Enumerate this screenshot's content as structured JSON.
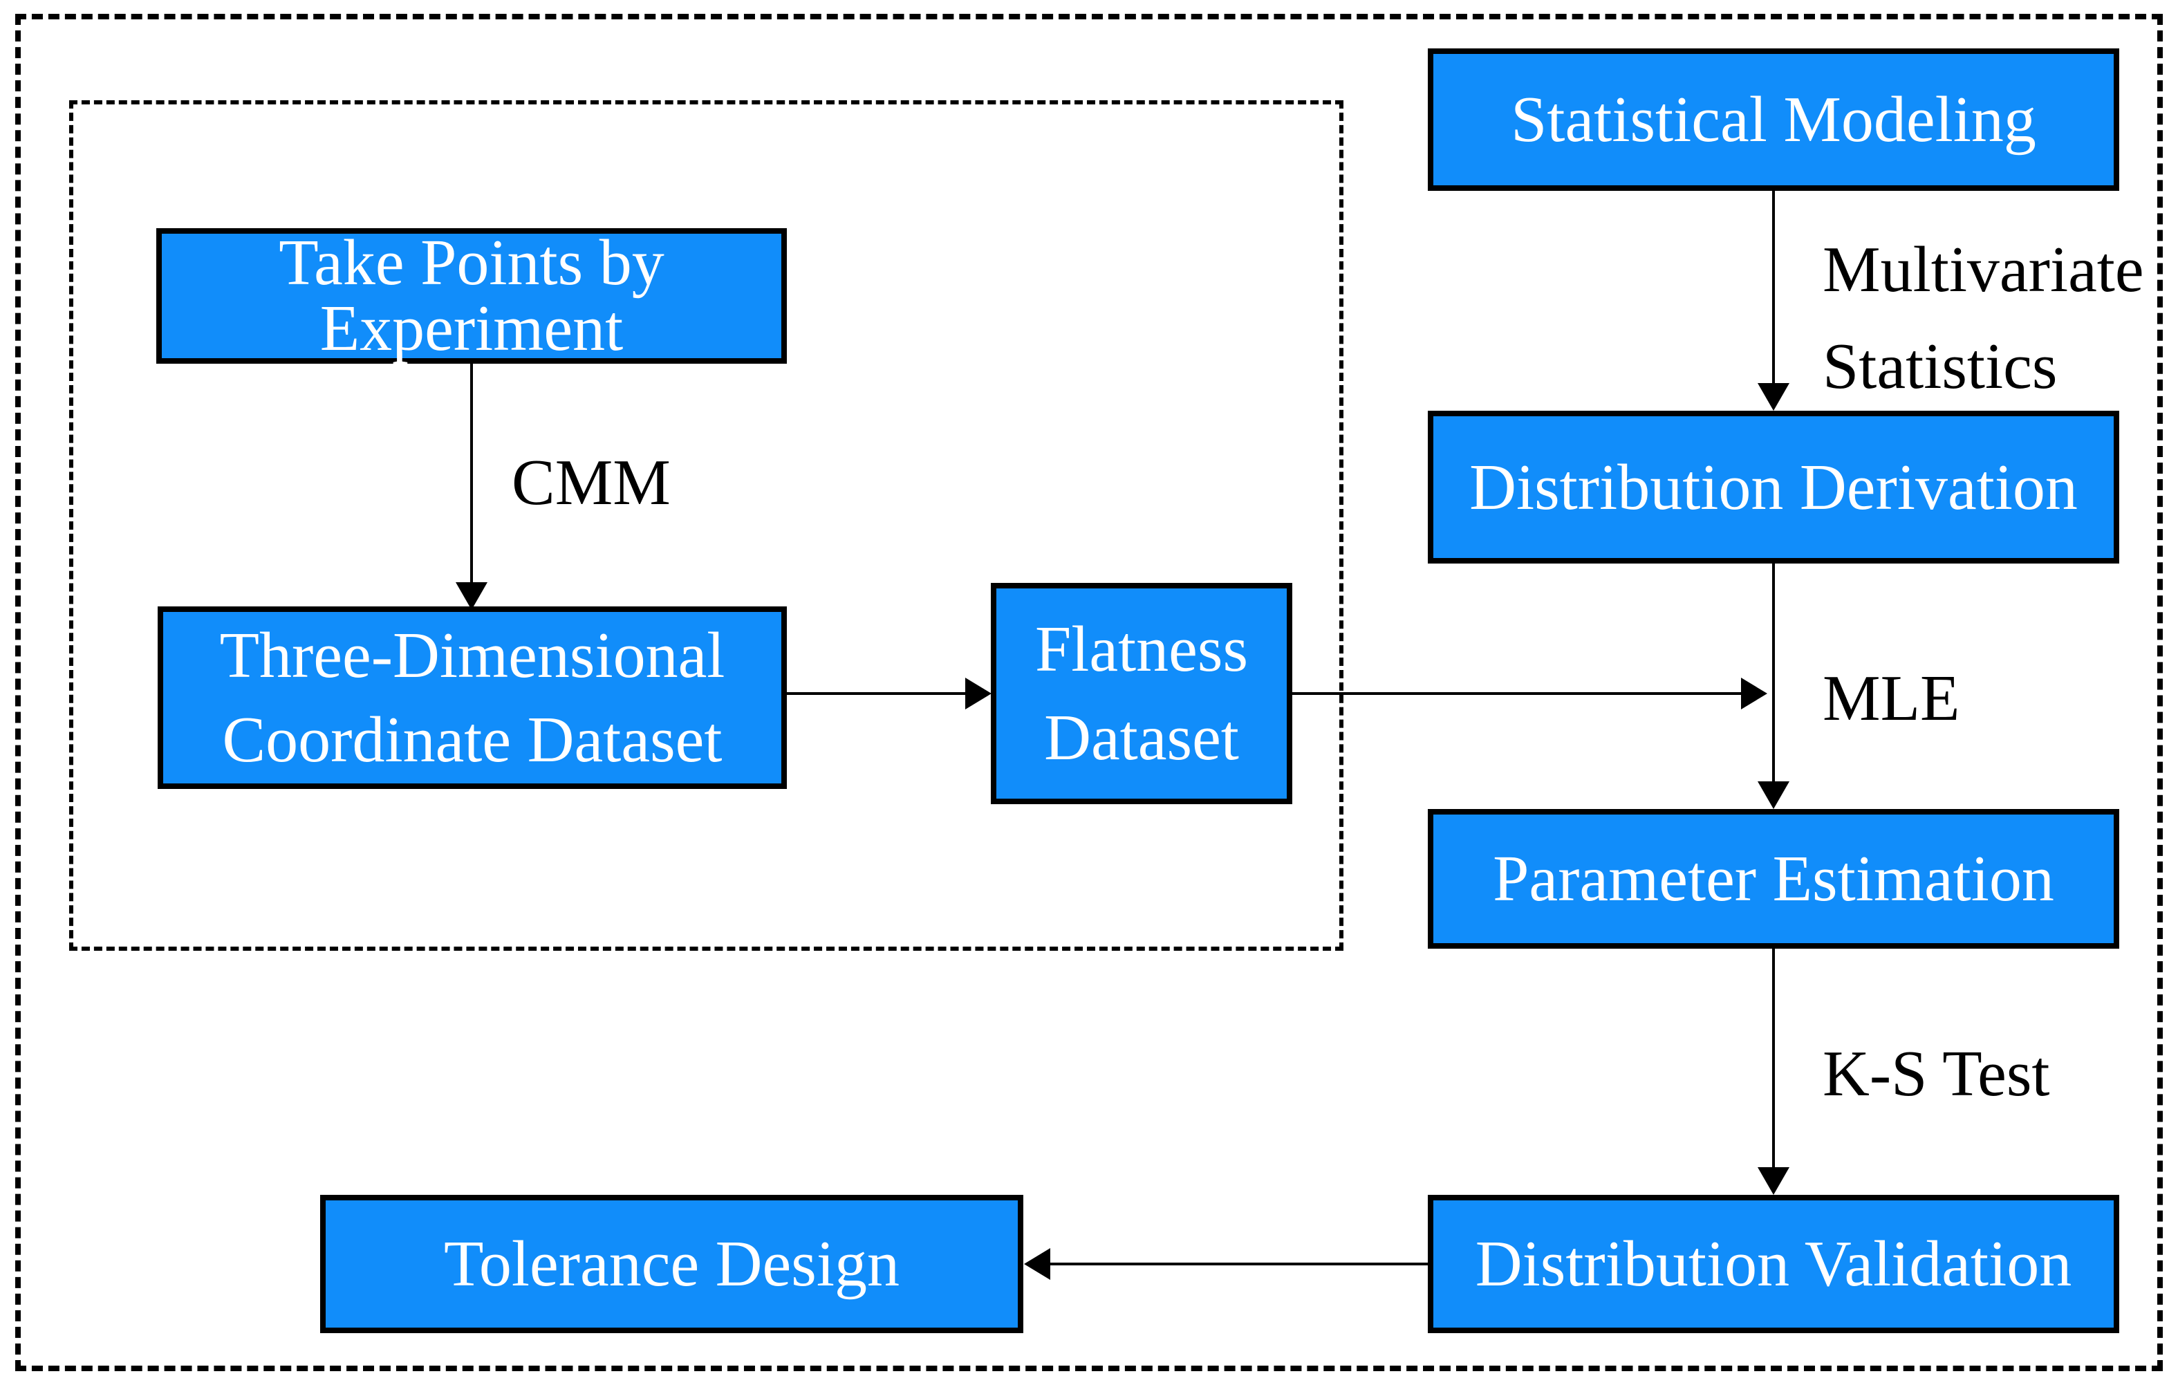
{
  "diagram": {
    "colors": {
      "background": "#FFFFFF",
      "node_fill": "#118DFA",
      "node_border": "#000000",
      "node_text": "#FFFFFF",
      "frame_border": "#000000",
      "edge_color": "#000000",
      "edge_label_color": "#000000"
    },
    "nodes": {
      "take_points": {
        "line1": "Take Points by",
        "line2": "Experiment"
      },
      "three_dimensional": {
        "line1": "Three-Dimensional",
        "line2": "Coordinate Dataset"
      },
      "flatness": {
        "line1": "Flatness",
        "line2": "Dataset"
      },
      "statistical_modeling": {
        "label": "Statistical Modeling"
      },
      "distribution_derivation": {
        "label": "Distribution Derivation"
      },
      "parameter_estimation": {
        "label": "Parameter Estimation"
      },
      "distribution_validation": {
        "label": "Distribution Validation"
      },
      "tolerance_design": {
        "label": "Tolerance Design"
      }
    },
    "edge_labels": {
      "cmm": "CMM",
      "multivariate_line1": "Multivariate",
      "multivariate_line2": "Statistics",
      "mle": "MLE",
      "ks_test": "K-S Test"
    }
  }
}
